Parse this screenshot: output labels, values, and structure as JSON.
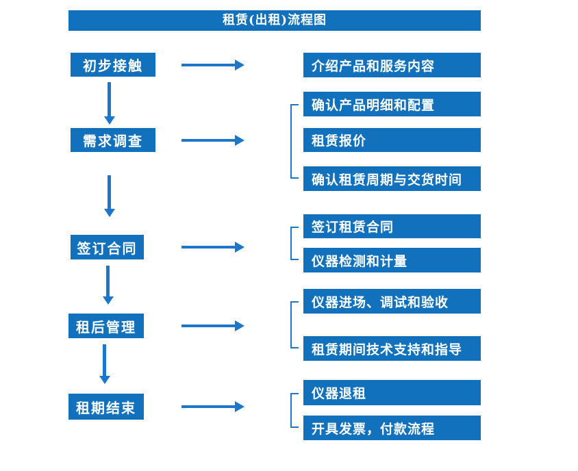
{
  "title": "租赁(出租)流程图",
  "colors": {
    "primary": "#1171BD",
    "arrow": "#1C77CB",
    "text_on_primary": "#FFFFFF",
    "background": "#FFFFFF"
  },
  "stages": [
    {
      "label": "初步接触",
      "details": [
        "介绍产品和服务内容"
      ]
    },
    {
      "label": "需求调查",
      "details": [
        "确认产品明细和配置",
        "租赁报价",
        "确认租赁周期与交货时间"
      ]
    },
    {
      "label": "签订合同",
      "details": [
        "签订租赁合同",
        "仪器检测和计量"
      ]
    },
    {
      "label": "租后管理",
      "details": [
        "仪器进场、调试和验收",
        "租赁期间技术支持和指导"
      ]
    },
    {
      "label": "租期结束",
      "details": [
        "仪器退租",
        "开具发票，付款流程"
      ]
    }
  ]
}
